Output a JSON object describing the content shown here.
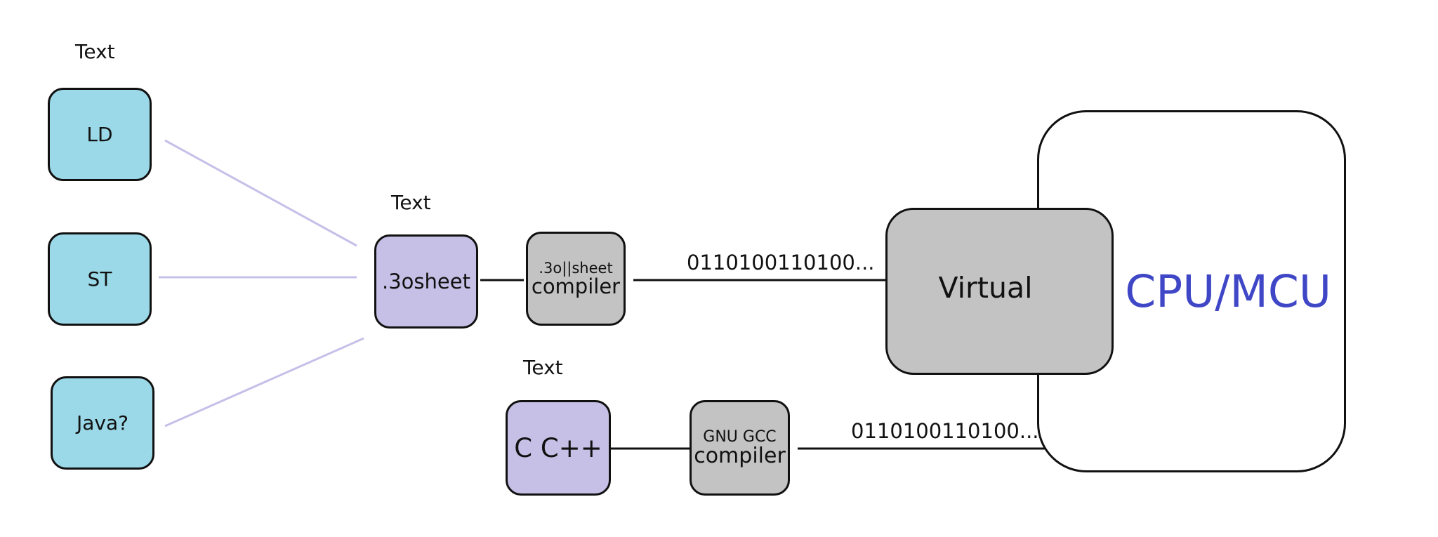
{
  "headings": {
    "lang": "Text",
    "ir": "Text",
    "c": "Text"
  },
  "languages": {
    "ld": "LD",
    "st": "ST",
    "java": "Java?"
  },
  "ir_block": ".3osheet",
  "ir_compiler": {
    "small": ".3o||sheet",
    "main": "compiler"
  },
  "c_block": "C C++",
  "gcc_compiler": {
    "small": "GNU GCC",
    "main": "compiler"
  },
  "bitstreams": {
    "top": "0110100110100...",
    "bottom": "0110100110100..."
  },
  "virtual": "Virtual",
  "cpu": "CPU/MCU",
  "colors": {
    "language_fill": "#9bd9e8",
    "ir_fill": "#c7c0e6",
    "compiler_fill": "#c3c3c3",
    "fan_line": "#c5c0e8",
    "cpu_text": "#3f47c7"
  }
}
